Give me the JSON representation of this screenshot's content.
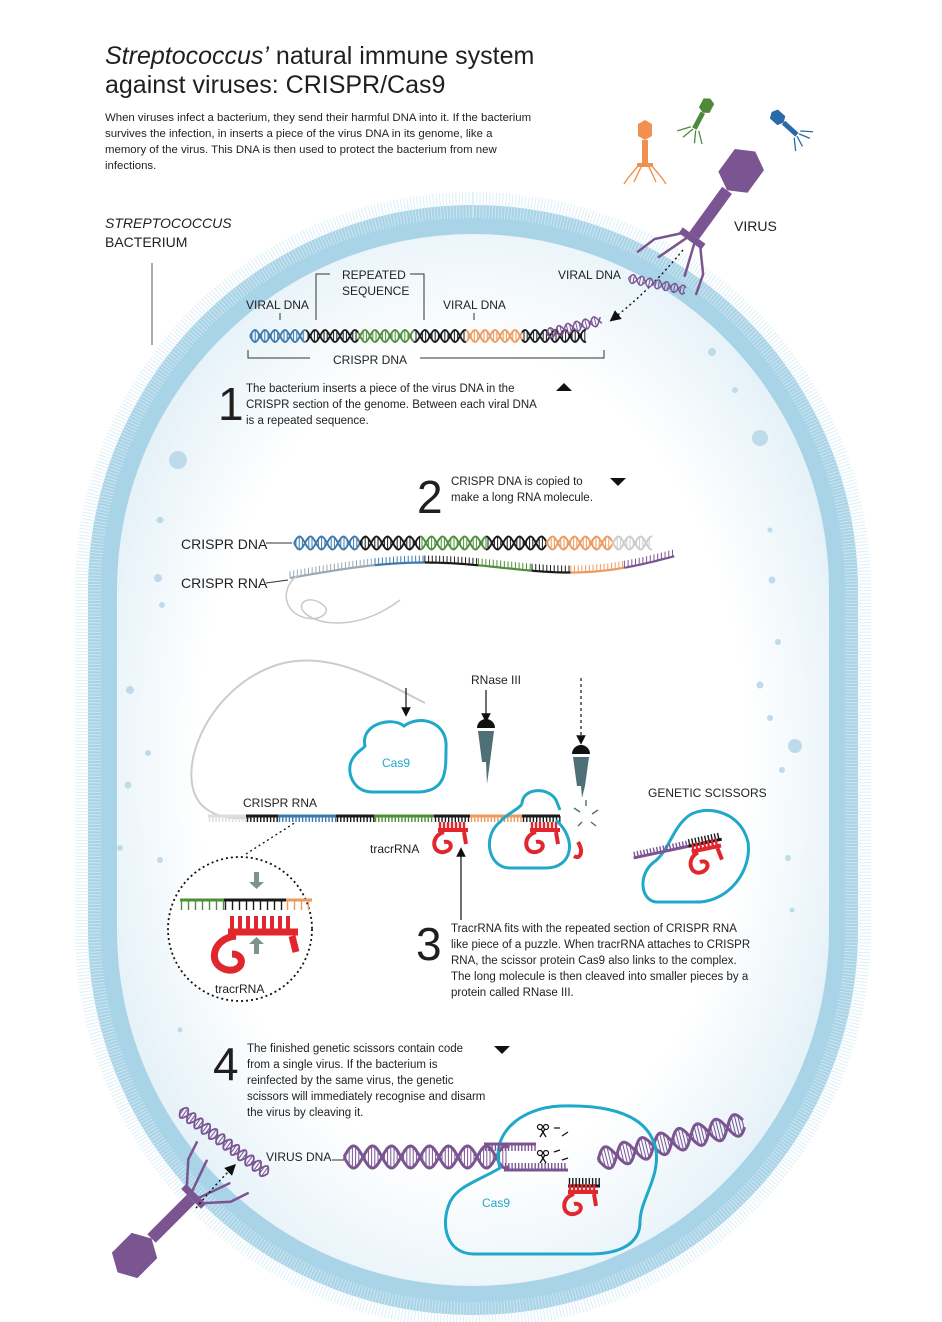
{
  "title": {
    "italic_part": "Streptococcus’",
    "rest_line1": " natural immune system",
    "line2": "against viruses: CRISPR/Cas9"
  },
  "intro": "When viruses infect a bacterium, they send their harmful DNA into it. If the bacterium survives the infection, in inserts a piece of the virus DNA in its genome, like a memory of the virus. This DNA is then used to protect the bacterium from new infections.",
  "labels": {
    "bacterium_line1": "STREPTOCOCCUS",
    "bacterium_line2": "BACTERIUM",
    "virus": "VIRUS",
    "viral_dna_top": "VIRAL DNA",
    "viral_dna_left": "VIRAL DNA",
    "viral_dna_right": "VIRAL DNA",
    "repeated_line1": "REPEATED",
    "repeated_line2": "SEQUENCE",
    "crispr_dna_bracket": "CRISPR DNA",
    "crispr_dna": "CRISPR DNA",
    "crispr_rna": "CRISPR RNA",
    "cas9_top": "Cas9",
    "rnase": "RNase III",
    "crispr_rna_small": "CRISPR RNA",
    "tracrrna": "tracrRNA",
    "tracrrna_zoom": "tracrRNA",
    "genetic_scissors": "GENETIC SCISSORS",
    "virus_dna": "VIRUS DNA",
    "cas9_bottom": "Cas9"
  },
  "steps": [
    {
      "number": "1",
      "text": "The bacterium inserts a piece of the virus DNA in the CRISPR section of the genome. Between each viral DNA is a repeated sequence."
    },
    {
      "number": "2",
      "text": "CRISPR DNA is copied to make a long RNA molecule."
    },
    {
      "number": "3",
      "text": "TracrRNA fits with the repeated section of CRISPR RNA like piece of a puzzle. When tracrRNA attaches to CRISPR RNA, the scissor protein Cas9 also links to the complex. The long molecule is then cleaved into smaller pieces by a protein called RNase III."
    },
    {
      "number": "4",
      "text": "The finished genetic scissors contain code from a single virus. If the bacterium is reinfected by the same virus, the genetic scissors will immediately recognise and disarm the virus by cleaving it."
    }
  ],
  "colors": {
    "membrane": "#a9d3e6",
    "membrane_edge": "#8cc3dc",
    "viral_blue": "#3d79ab",
    "repeat_black": "#1a1a1a",
    "viral_green": "#4e8f3a",
    "viral_orange": "#ee9a5e",
    "virus_purple": "#7b5591",
    "tracr_red": "#e1262d",
    "cas9_cyan": "#1fa8c9",
    "rnase_grey": "#4e7076",
    "phage_orange": "#f0914f",
    "phage_green": "#4f8a3a",
    "phage_blue": "#2b6aa8"
  }
}
